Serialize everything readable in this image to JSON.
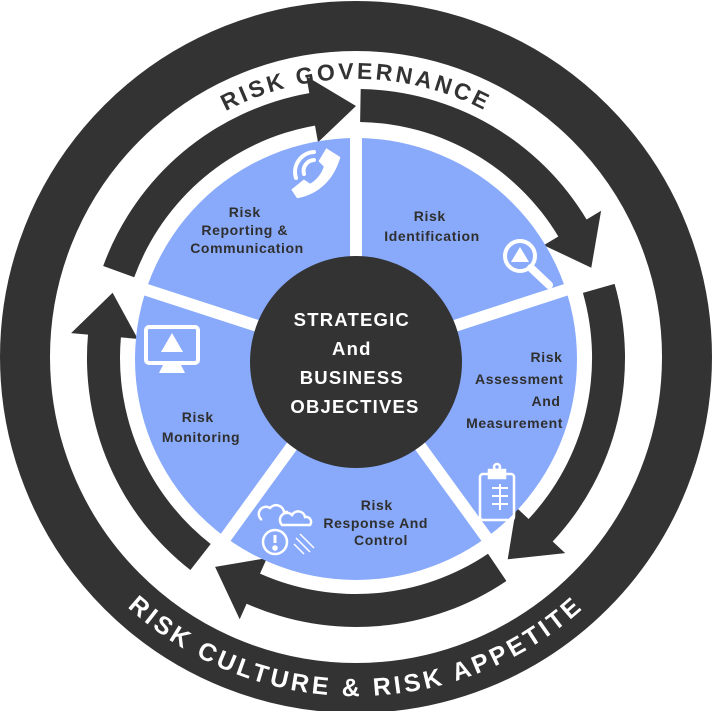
{
  "colors": {
    "dark": "#333333",
    "slice": "#89aafb",
    "white": "#ffffff"
  },
  "outer_ring": {
    "top_label": "RISK GOVERNANCE",
    "bottom_label": "RISK CULTURE & RISK  APPETITE"
  },
  "center": {
    "lines": [
      "STRATEGIC",
      "And",
      "BUSINESS",
      "OBJECTIVES"
    ]
  },
  "segments": [
    {
      "id": "reporting",
      "lines": [
        "Risk",
        "Reporting &",
        "Communication"
      ],
      "icon": "phone-icon"
    },
    {
      "id": "identification",
      "lines": [
        "Risk",
        "Identification"
      ],
      "icon": "magnifier-warning-icon"
    },
    {
      "id": "assessment",
      "lines": [
        "Risk",
        "Assessment",
        "And",
        "Measurement"
      ],
      "icon": "clipboard-icon"
    },
    {
      "id": "response",
      "lines": [
        "Risk",
        "Response And",
        "Control"
      ],
      "icon": "cloud-gear-alert-icon"
    },
    {
      "id": "monitoring",
      "lines": [
        "Risk",
        "Monitoring"
      ],
      "icon": "monitor-warning-icon"
    }
  ]
}
